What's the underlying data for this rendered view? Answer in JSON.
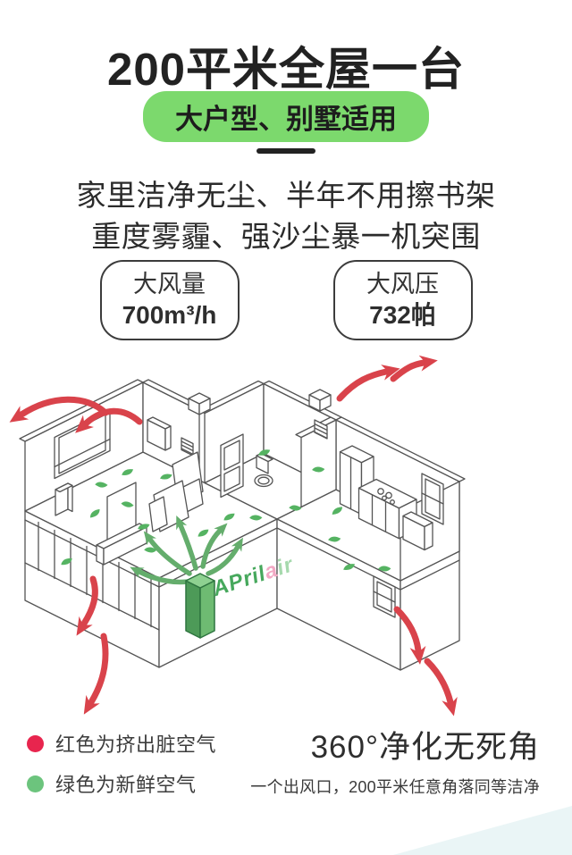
{
  "header": {
    "title": "200平米全屋一台",
    "badge": "大户型、别墅适用",
    "badge_color": "#7cd96d",
    "tagline1": "家里洁净无尘、半年不用擦书架",
    "tagline2": "重度雾霾、强沙尘暴一机突围"
  },
  "stats": [
    {
      "label": "大风量",
      "value": "700m³/h"
    },
    {
      "label": "大风压",
      "value": "732帕"
    }
  ],
  "diagram": {
    "brand_parts": [
      {
        "text": "APril",
        "color": "#46a85c"
      },
      {
        "text": "a",
        "color": "#f2a9c4"
      },
      {
        "text": "ir",
        "color": "#a6d9ad"
      }
    ],
    "red_arrow_color": "#d9434b",
    "green_arrow_color": "#64ad6c",
    "leaf_color": "#55b362",
    "line_color": "#555555",
    "unit_colors": {
      "left": "#4d9a58",
      "right": "#6ebb72",
      "top": "#8ed191",
      "edge": "#2e7540"
    }
  },
  "legend": [
    {
      "color": "#e8254e",
      "label": "红色为挤出脏空气"
    },
    {
      "color": "#6cc47d",
      "label": "绿色为新鲜空气"
    }
  ],
  "footer": {
    "headline": "360°净化无死角",
    "subline": "一个出风口，200平米任意角落同等洁净",
    "corner_color": "#eaf5f6"
  }
}
